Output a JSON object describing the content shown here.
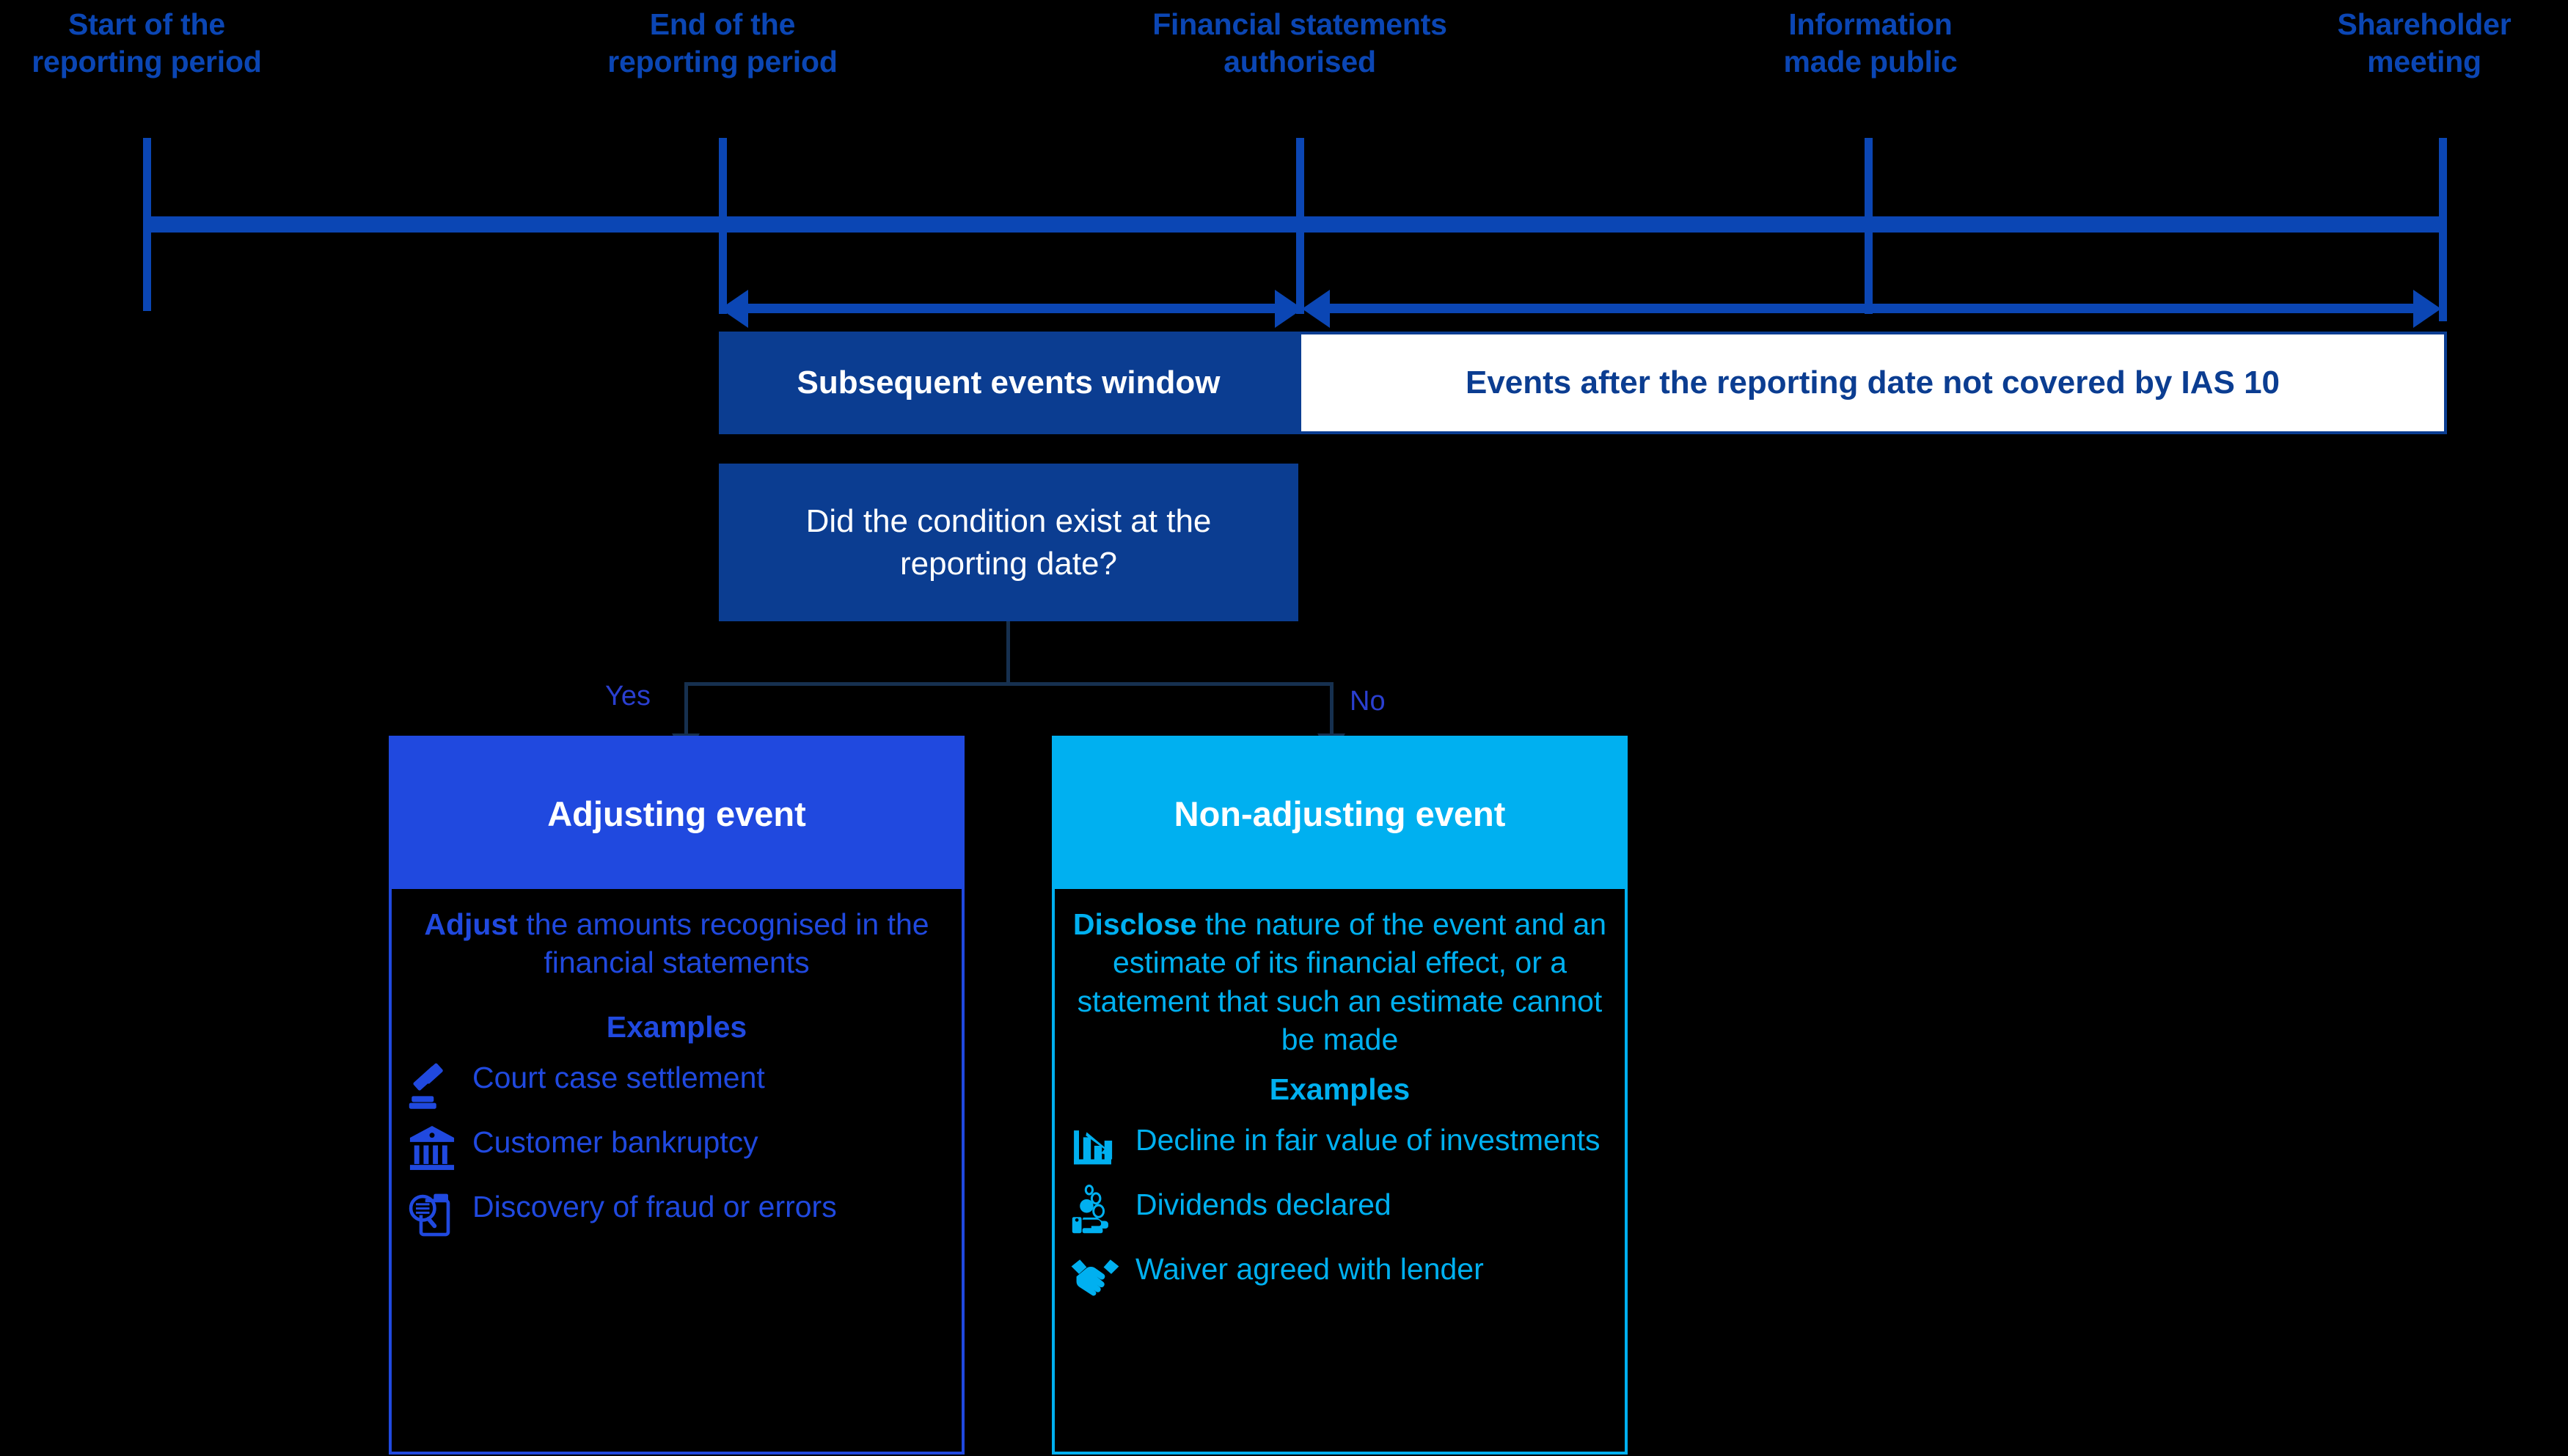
{
  "timeline": {
    "milestones": [
      {
        "id": "start-of-reporting-period",
        "line1": "Start of the",
        "line2": "reporting period"
      },
      {
        "id": "end-of-reporting-period",
        "line1": "End of the",
        "line2": "reporting period"
      },
      {
        "id": "financial-statements-authorised",
        "line1": "Financial statements",
        "line2": "authorised"
      },
      {
        "id": "information-made-public",
        "line1": "Information",
        "line2": "made public"
      },
      {
        "id": "shareholder-meeting",
        "line1": "Shareholder",
        "line2": "meeting"
      }
    ],
    "color": "#0b46b4"
  },
  "banner": {
    "left_label": "Subsequent events window",
    "right_label": "Events after the reporting date not covered by IAS 10",
    "left_bg": "#0b3d91",
    "right_bg": "#ffffff",
    "right_text_color": "#0b3d91"
  },
  "decision": {
    "question": "Did the condition exist at the reporting date?",
    "bg": "#0b3d91",
    "text_color": "#ffffff",
    "yes_label": "Yes",
    "no_label": "No"
  },
  "outcomes": [
    {
      "id": "adjusting-event",
      "title": "Adjusting event",
      "accent": "#2049df",
      "statement_bold": "Adjust",
      "statement_rest": " the amounts recognised in the financial statements",
      "examples_title": "Examples",
      "examples": [
        {
          "icon": "gavel-icon",
          "label": "Court case settlement"
        },
        {
          "icon": "bank-icon",
          "label": "Customer bankruptcy"
        },
        {
          "icon": "document-search-icon",
          "label": "Discovery of fraud or errors"
        }
      ]
    },
    {
      "id": "non-adjusting-event",
      "title": "Non-adjusting event",
      "accent": "#00b0f0",
      "statement_bold": "Disclose",
      "statement_rest": " the nature of the event and an estimate of its financial effect, or a statement that such an estimate cannot be made",
      "examples_title": "Examples",
      "examples": [
        {
          "icon": "declining-bar-chart-icon",
          "label": "Decline in fair value of investments"
        },
        {
          "icon": "hand-coins-icon",
          "label": "Dividends declared"
        },
        {
          "icon": "handshake-icon",
          "label": "Waiver agreed with lender"
        }
      ]
    }
  ]
}
